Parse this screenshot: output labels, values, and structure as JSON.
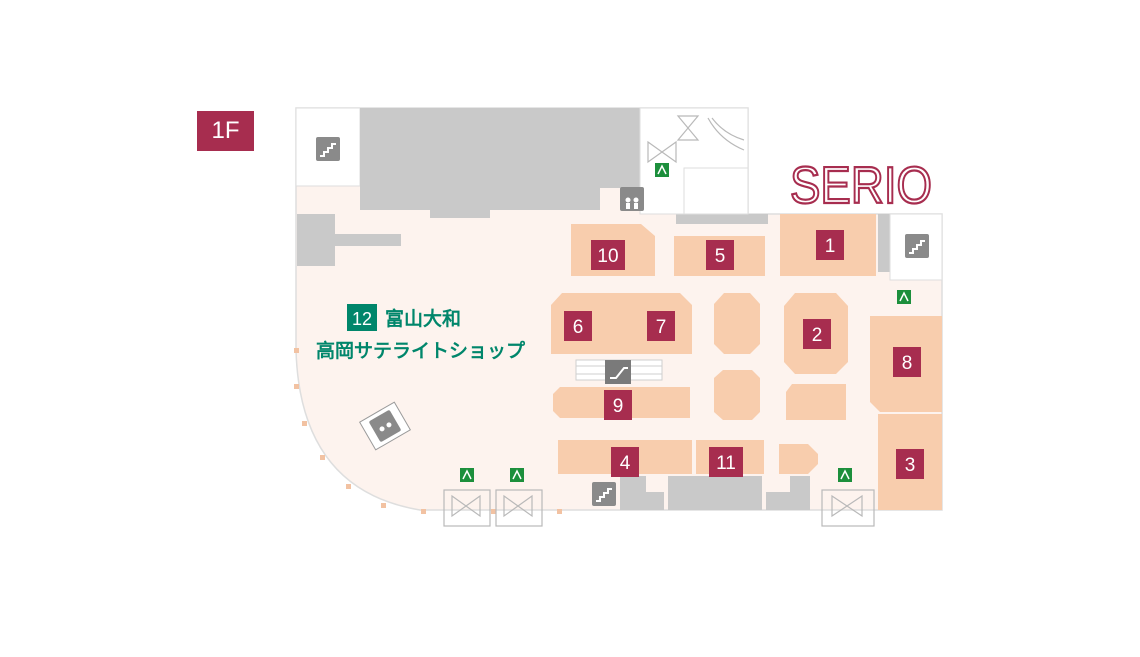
{
  "floor": {
    "label": "1F"
  },
  "brand": {
    "name": "SERIO"
  },
  "anchor_shop": {
    "number": "12",
    "name_line1": "富山大和",
    "name_line2": "高岡サテライトショップ"
  },
  "shops": [
    {
      "number": "1"
    },
    {
      "number": "2"
    },
    {
      "number": "3"
    },
    {
      "number": "4"
    },
    {
      "number": "5"
    },
    {
      "number": "6"
    },
    {
      "number": "7"
    },
    {
      "number": "8"
    },
    {
      "number": "9"
    },
    {
      "number": "10"
    },
    {
      "number": "11"
    }
  ],
  "colors": {
    "accent": "#a72d4f",
    "shop_fill": "#f8cdad",
    "floor_fill": "#fdf3ee",
    "facility_gray": "#c9c9c9",
    "anchor_green": "#00866b",
    "exit_green": "#1c8f3c"
  },
  "icons": [
    "stairs-icon",
    "elevator-icon",
    "escalator-icon",
    "emergency-exit-icon",
    "door-icon"
  ]
}
